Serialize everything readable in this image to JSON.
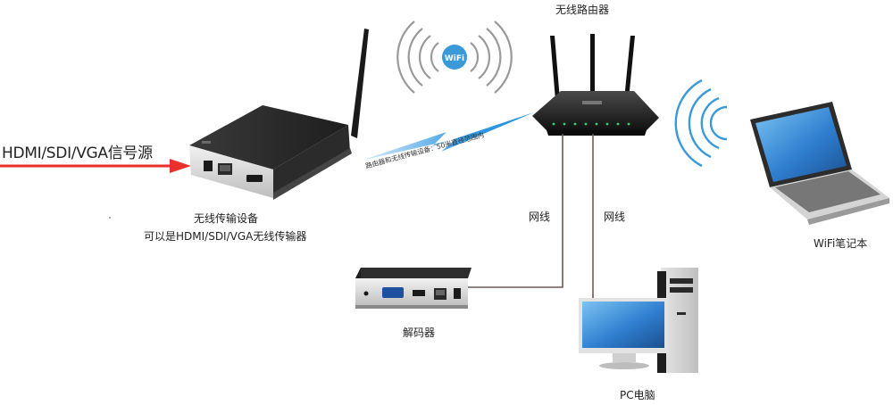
{
  "labels": {
    "source": "HDMI/SDI/VGA信号源",
    "router": "无线路由器",
    "transmitter_line1": "无线传输设备",
    "transmitter_line2": "可以是HDMI/SDI/VGA无线传输器",
    "cable_1": "网线",
    "cable_2": "网线",
    "decoder": "解码器",
    "pc": "PC电脑",
    "laptop": "WiFi笔记本",
    "wifi_badge": "WiFi",
    "wireless_link": "路由器和无线传输设备：50米直径范围内"
  },
  "colors": {
    "signal_arrow": "#e8312a",
    "wifi_waves": "#9a9a9a",
    "wifi_badge": "#3a9ad9",
    "laptop_waves": "#3a9ad9",
    "lightning": "#1f8fe0",
    "cable": "#6b5a52",
    "device_body": "#2a2a2a",
    "screen": "#2f7fd0"
  },
  "icons": {
    "transmitter": "transmitter-device-icon",
    "router": "wireless-router-icon",
    "wifi": "wifi-signal-icon",
    "laptop": "laptop-icon",
    "decoder": "decoder-device-icon",
    "pc": "desktop-pc-icon",
    "link": "lightning-link-icon"
  }
}
